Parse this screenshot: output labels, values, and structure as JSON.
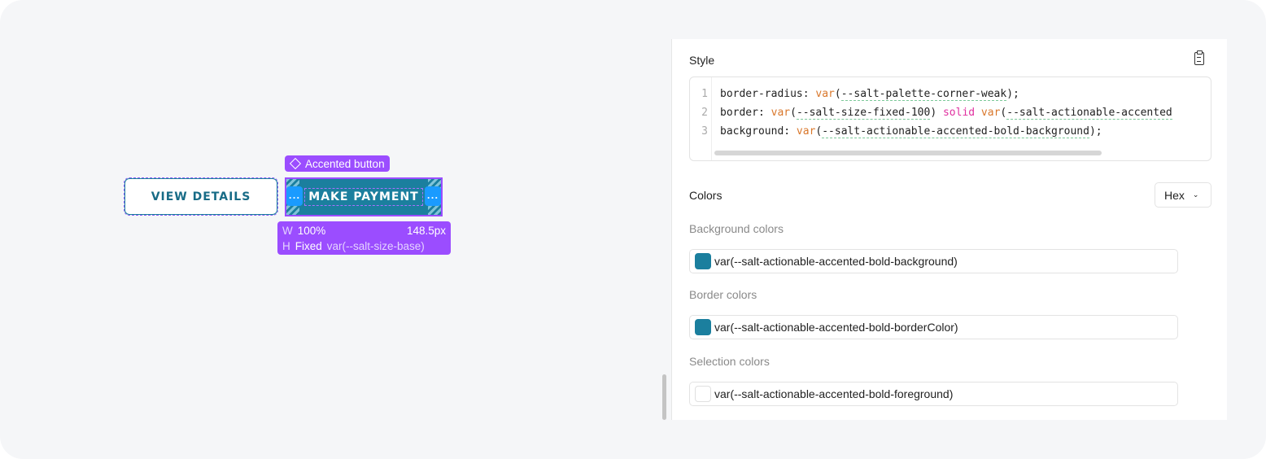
{
  "canvas": {
    "secondary_button": "VIEW DETAILS",
    "primary_button": "MAKE PAYMENT",
    "component_tag": "Accented button",
    "handle_glyph": "...",
    "dims": {
      "w_label": "W",
      "w_value": "100%",
      "w_px": "148.5px",
      "h_label": "H",
      "h_mode": "Fixed",
      "h_value": "var(--salt-size-base)"
    }
  },
  "panel": {
    "style_title": "Style",
    "code": {
      "line_numbers": [
        "1",
        "2",
        "3"
      ],
      "lines": [
        {
          "prop": "border-radius: ",
          "fn": "var",
          "arg": "--salt-palette-corner-weak",
          "end": ");"
        },
        {
          "prop": "border: ",
          "fn": "var",
          "arg": "--salt-size-fixed-100",
          "mid": ") ",
          "kw": "solid",
          "fn2": " var",
          "arg2": "--salt-actionable-accented"
        },
        {
          "prop": "background: ",
          "fn": "var",
          "arg": "--salt-actionable-accented-bold-background",
          "end": ");"
        }
      ]
    },
    "colors_title": "Colors",
    "format_select": "Hex",
    "groups": [
      {
        "label": "Background colors",
        "value": "var(--salt-actionable-accented-bold-background)",
        "swatch": "#1b7f9e"
      },
      {
        "label": "Border colors",
        "value": "var(--salt-actionable-accented-bold-borderColor)",
        "swatch": "#1b7f9e"
      },
      {
        "label": "Selection colors",
        "value": "var(--salt-actionable-accented-bold-foreground)",
        "swatch": "#ffffff"
      }
    ]
  },
  "colors": {
    "accent": "#1b7f9e",
    "selection": "#9b4dff",
    "handle": "#1a9bff"
  }
}
